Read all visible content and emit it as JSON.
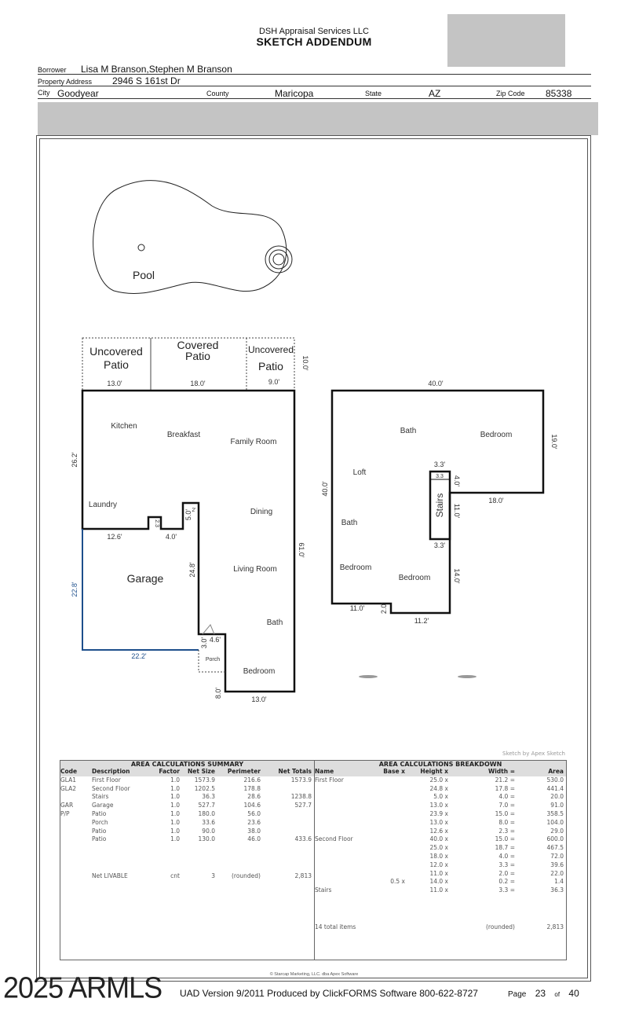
{
  "header": {
    "company": "DSH Appraisal Services LLC",
    "title": "SKETCH ADDENDUM"
  },
  "subject": {
    "borrower_label": "Borrower",
    "borrower": "Lisa M Branson,Stephen M Branson",
    "address_label": "Property Address",
    "address": "2946 S 161st Dr",
    "city_label": "City",
    "city": "Goodyear",
    "county_label": "County",
    "county": "Maricopa",
    "state_label": "State",
    "state": "AZ",
    "zip_label": "Zip Code",
    "zip": "85338"
  },
  "sketch": {
    "pool_label": "Pool",
    "patio_left": [
      "Uncovered",
      "Patio"
    ],
    "patio_mid": [
      "Covered",
      "Patio"
    ],
    "patio_right": [
      "Uncovered",
      "Patio"
    ],
    "dims1": {
      "p1": "13.0'",
      "p2": "18.0'",
      "p3": "9.0'",
      "p4": "10.0'",
      "left_top": "26.2'",
      "right": "61.0'",
      "garage_left": "22.8'",
      "garage_bottom": "22.2'",
      "laundry_w": "12.6'",
      "bump": "2.3",
      "w4": "4.0'",
      "h5": "5.0'",
      "t2": "2'",
      "h248": "24.8'",
      "porch_h": "3.0'",
      "porch_w": "4.6'",
      "h8": "8.0'",
      "bottom": "13.0'"
    },
    "rooms1": {
      "kitchen": "Kitchen",
      "breakfast": "Breakfast",
      "family": "Family Room",
      "laundry": "Laundry",
      "dining": "Dining",
      "garage": "Garage",
      "living": "Living Room",
      "bath": "Bath",
      "porch": "Porch",
      "bedroom": "Bedroom"
    },
    "dims2": {
      "top": "40.0'",
      "right": "19.0'",
      "left": "40.0'",
      "s_top": "3.3'",
      "s_in": "3.3",
      "s_h4": "4.0'",
      "w18": "18.0'",
      "s11": "11.0'",
      "s_bot": "3.3'",
      "h14": "14.0'",
      "b11": "11.0'",
      "h2": "2.0'",
      "b112": "11.2'"
    },
    "rooms2": {
      "bath1": "Bath",
      "bedroom1": "Bedroom",
      "loft": "Loft",
      "stairs": "Stairs",
      "bath2": "Bath",
      "bedroom2": "Bedroom",
      "bedroom3": "Bedroom"
    },
    "credit": "Sketch by Apex Sketch"
  },
  "summary": {
    "title": "AREA CALCULATIONS SUMMARY",
    "headers": [
      "Code",
      "Description",
      "Factor",
      "Net Size",
      "Perimeter",
      "Net Totals"
    ],
    "rows": [
      [
        "GLA1",
        "First Floor",
        "1.0",
        "1573.9",
        "216.6",
        "1573.9"
      ],
      [
        "GLA2",
        "Second Floor",
        "1.0",
        "1202.5",
        "178.8",
        ""
      ],
      [
        "",
        "Stairs",
        "1.0",
        "36.3",
        "28.6",
        "1238.8"
      ],
      [
        "GAR",
        "Garage",
        "1.0",
        "527.7",
        "104.6",
        "527.7"
      ],
      [
        "P/P",
        "Patio",
        "1.0",
        "180.0",
        "56.0",
        ""
      ],
      [
        "",
        "Porch",
        "1.0",
        "33.6",
        "23.6",
        ""
      ],
      [
        "",
        "Patio",
        "1.0",
        "90.0",
        "38.0",
        ""
      ],
      [
        "",
        "Patio",
        "1.0",
        "130.0",
        "46.0",
        "433.6"
      ]
    ],
    "footer": [
      "",
      "Net LIVABLE",
      "cnt",
      "3",
      "(rounded)",
      "2,813"
    ]
  },
  "breakdown": {
    "title": "AREA CALCULATIONS BREAKDOWN",
    "headers": [
      "Name",
      "Base  x",
      "Height  x",
      "Width  =",
      "Area"
    ],
    "rows": [
      [
        "First Floor",
        "",
        "25.0  x",
        "21.2  =",
        "530.0"
      ],
      [
        "",
        "",
        "24.8  x",
        "17.8  =",
        "441.4"
      ],
      [
        "",
        "",
        "5.0  x",
        "4.0  =",
        "20.0"
      ],
      [
        "",
        "",
        "13.0  x",
        "7.0  =",
        "91.0"
      ],
      [
        "",
        "",
        "23.9  x",
        "15.0  =",
        "358.5"
      ],
      [
        "",
        "",
        "13.0  x",
        "8.0  =",
        "104.0"
      ],
      [
        "",
        "",
        "12.6  x",
        "2.3  =",
        "29.0"
      ],
      [
        "Second Floor",
        "",
        "40.0  x",
        "15.0  =",
        "600.0"
      ],
      [
        "",
        "",
        "25.0  x",
        "18.7  =",
        "467.5"
      ],
      [
        "",
        "",
        "18.0  x",
        "4.0  =",
        "72.0"
      ],
      [
        "",
        "",
        "12.0  x",
        "3.3  =",
        "39.6"
      ],
      [
        "",
        "",
        "11.0  x",
        "2.0  =",
        "22.0"
      ],
      [
        "",
        "0.5  x",
        "14.0  x",
        "0.2  =",
        "1.4"
      ],
      [
        "Stairs",
        "",
        "11.0  x",
        "3.3  =",
        "36.3"
      ]
    ],
    "footer": [
      "14 total items",
      "",
      "",
      "(rounded)",
      "2,813"
    ]
  },
  "footer": {
    "copyright": "© Starcap Marketing, LLC. dba Apex Software",
    "watermark": "2025 ARMLS",
    "produced": "UAD Version 9/2011 Produced by ClickFORMS Software 800-622-8727",
    "page_label": "Page",
    "page": "23",
    "of_label": "of",
    "total": "40"
  }
}
